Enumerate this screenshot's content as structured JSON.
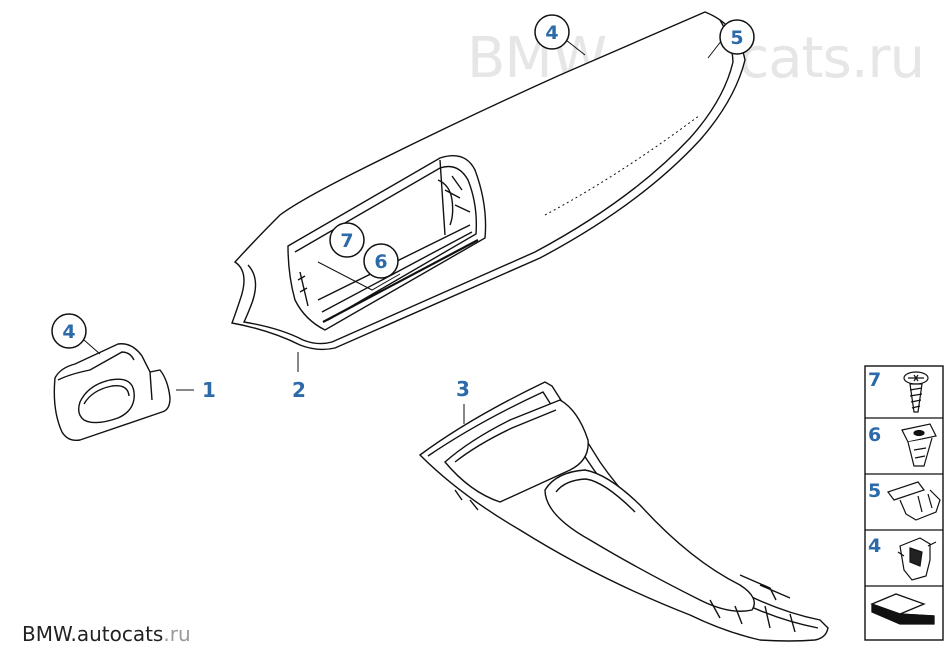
{
  "watermark": {
    "top_right": "BMW.autocats.ru",
    "bottom_left_brand": "BMW.",
    "bottom_left_site": "autocats",
    "bottom_left_tld": ".ru"
  },
  "parts": [
    {
      "number": "1"
    },
    {
      "number": "2"
    },
    {
      "number": "3"
    }
  ],
  "callouts": [
    "4",
    "5",
    "7",
    "6",
    "4"
  ],
  "legend": [
    {
      "number": "7",
      "icon": "screw-icon"
    },
    {
      "number": "6",
      "icon": "expanding-nut-icon"
    },
    {
      "number": "5",
      "icon": "spring-clip-icon"
    },
    {
      "number": "4",
      "icon": "clip-icon"
    },
    {
      "number": "",
      "icon": "shim-icon"
    }
  ]
}
